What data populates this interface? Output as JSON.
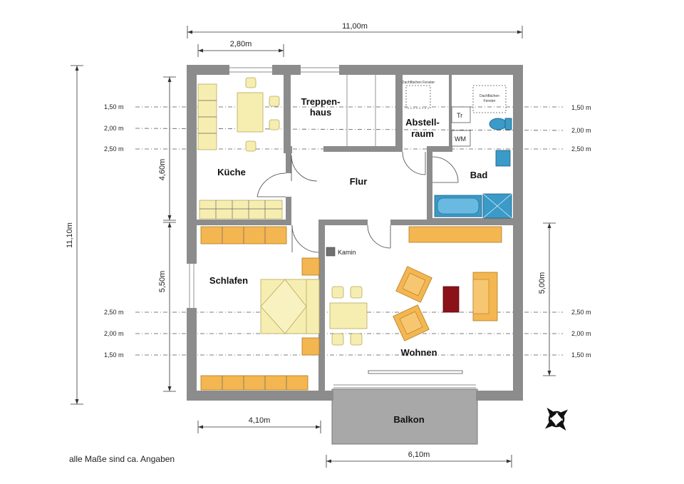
{
  "dimensions": {
    "total_width": "11,00m",
    "kitchen_width": "2,80m",
    "total_height": "11,10m",
    "kitchen_height": "4,60m",
    "bedroom_height": "5,50m",
    "living_height": "5,00m",
    "bedroom_width": "4,10m",
    "living_width": "6,10m"
  },
  "height_marks": {
    "top_left": [
      "1,50 m",
      "2,00 m",
      "2,50 m"
    ],
    "top_right": [
      "1,50 m",
      "2,00 m",
      "2,50 m"
    ],
    "bottom_left": [
      "2,50 m",
      "2,00 m",
      "1,50 m"
    ],
    "bottom_right": [
      "2,50 m",
      "2,00 m",
      "1,50 m"
    ]
  },
  "rooms": {
    "kitchen": "Küche",
    "stairwell_1": "Treppen-",
    "stairwell_2": "haus",
    "storage_1": "Abstell-",
    "storage_2": "raum",
    "hall": "Flur",
    "bath": "Bad",
    "bedroom": "Schlafen",
    "living": "Wohnen",
    "balcony": "Balkon"
  },
  "labels": {
    "fireplace": "Kamin",
    "dryer": "Tr",
    "washer": "WM",
    "skylight_storage": "Dachflächen Fenster",
    "skylight_bath_1": "Dachflächen",
    "skylight_bath_2": "Fenster"
  },
  "note": "alle Maße sind ca. Angaben",
  "colors": {
    "wall": "#8c8c8c",
    "furniture_light": "#f6eeb0",
    "furniture_orange": "#f4b650",
    "fixture_blue": "#3a9ac8",
    "fireplace_rug": "#8b1218"
  },
  "icons": [
    "compass-icon"
  ]
}
